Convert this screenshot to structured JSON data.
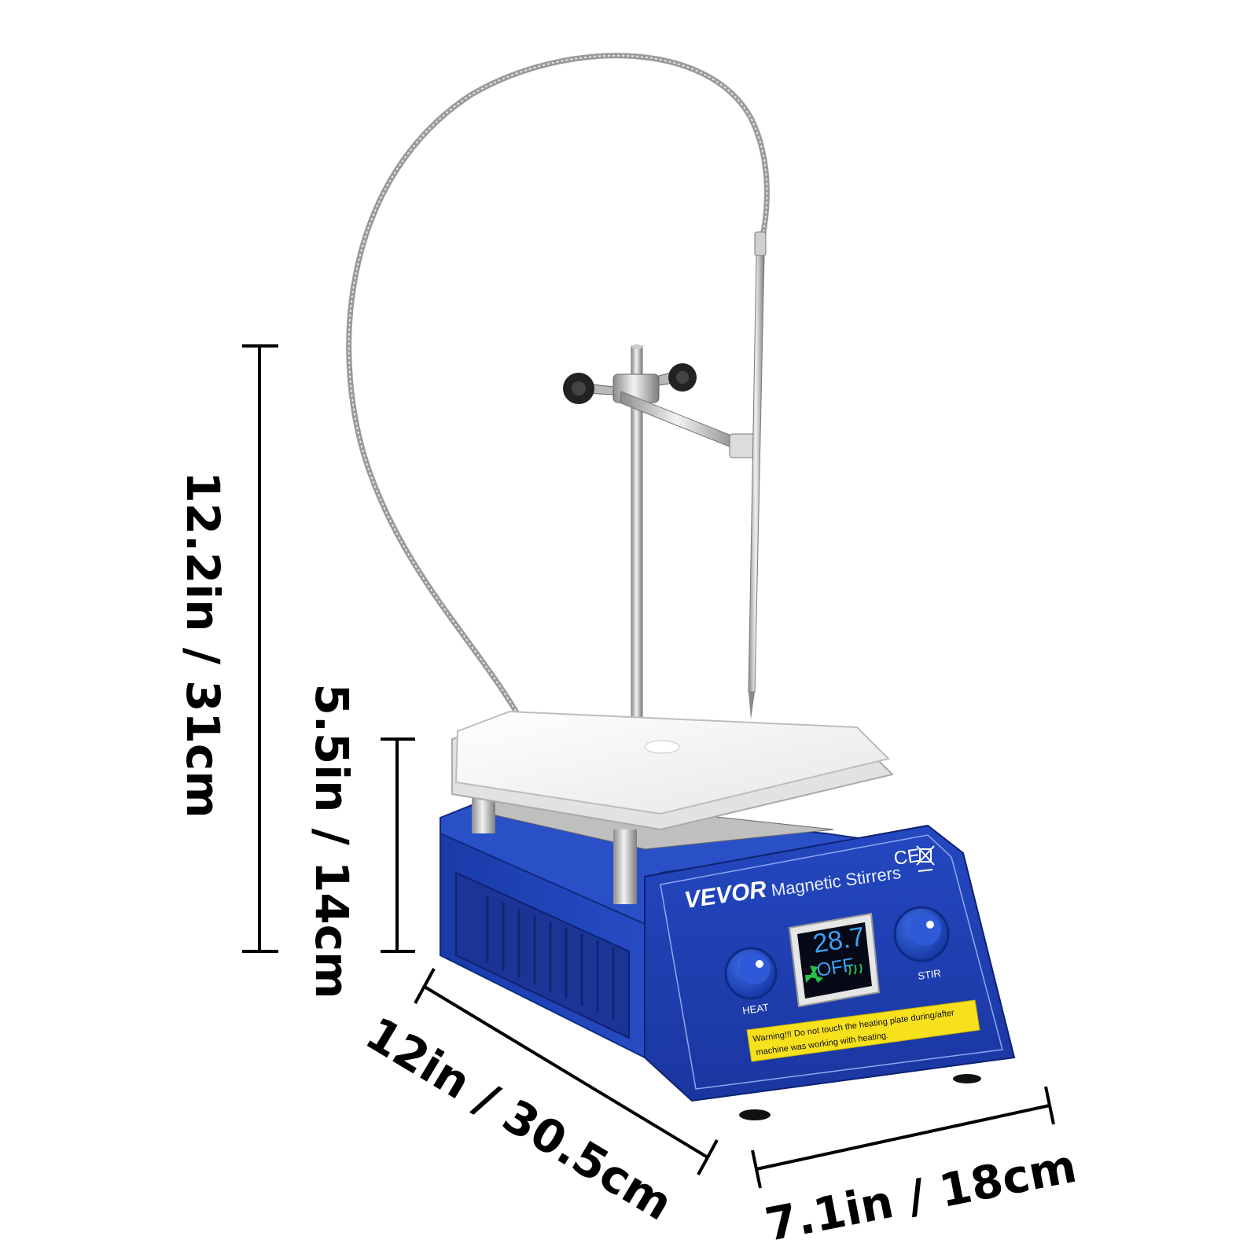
{
  "dimensions": {
    "total_height": "12.2in / 31cm",
    "base_height": "5.5in / 14cm",
    "length": "12in / 30.5cm",
    "width": "7.1in / 18cm"
  },
  "device": {
    "brand": "VEVOR",
    "model_label": "Magnetic Stirrers",
    "certification": "CE",
    "display": {
      "temperature": "28.7",
      "stir_status": "OFF"
    },
    "knobs": {
      "left_label": "HEAT",
      "right_label": "STIR"
    },
    "warning": {
      "line1": "Warning!!! Do not touch the heating plate during/after",
      "line2": "machine was working with heating."
    }
  },
  "colors": {
    "body_blue": "#1d3fb0",
    "plate_white": "#f4f4f4",
    "warning_yellow": "#f6e11c",
    "lcd_blue": "#2f8fe0"
  }
}
